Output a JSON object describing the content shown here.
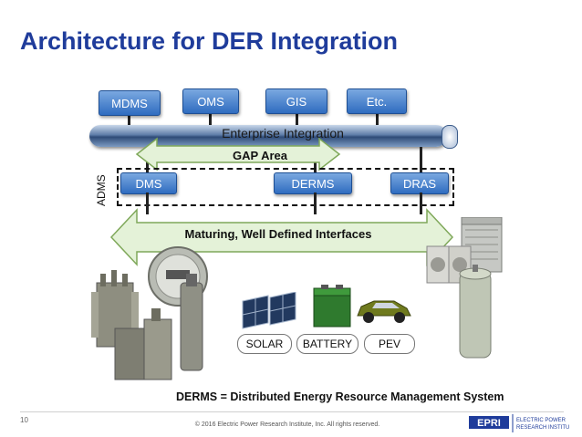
{
  "title": "Architecture for DER Integration",
  "enterprise_systems": [
    "MDMS",
    "OMS",
    "GIS",
    "Etc."
  ],
  "enterprise_bus_label": "Enterprise Integration",
  "gap_label": "GAP Area",
  "adms": {
    "label": "ADMS",
    "systems": [
      "DMS",
      "DERMS",
      "DRAS"
    ]
  },
  "interfaces_label": "Maturing, Well Defined Interfaces",
  "der_labels": [
    "SOLAR",
    "BATTERY",
    "PEV"
  ],
  "definition": "DERMS = Distributed Energy Resource Management System",
  "footer": {
    "page_number": "10",
    "copyright": "© 2016 Electric Power Research Institute, Inc. All rights reserved.",
    "logo_text_1": "ELECTRIC POWER",
    "logo_text_2": "RESEARCH INSTITUTE"
  },
  "colors": {
    "title": "#1f3c9b",
    "system_box": "#2f6cc0",
    "arrow_fill": "#e4f2d8",
    "arrow_stroke": "#7fa85a"
  }
}
